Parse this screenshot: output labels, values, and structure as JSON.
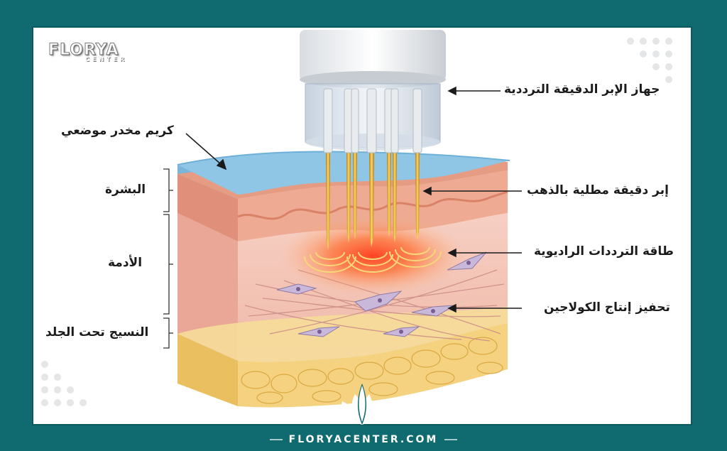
{
  "brand": {
    "logo_main": "FLORYA",
    "logo_sub": "CENTER",
    "website": "FLORYACENTER.COM"
  },
  "labels": {
    "device": "جهاز الإبر الدقيقة الترددية",
    "cream": "كريم مخدر موضعي",
    "epidermis": "البشرة",
    "needles": "إبر دقيقة مطلية بالذهب",
    "dermis": "الأدمة",
    "rf_energy": "طاقة الترددات الراديوية",
    "collagen": "تحفيز إنتاج الكولاجين",
    "subcutaneous": "النسيج تحت الجلد"
  },
  "colors": {
    "frame": "#0f6b6f",
    "cream": "#8fc6e6",
    "epidermis": "#e7a48d",
    "dermis": "#f3c2b4",
    "fat": "#f2cf7a",
    "needle": "#e0a92a",
    "rf": "#f05a28"
  }
}
